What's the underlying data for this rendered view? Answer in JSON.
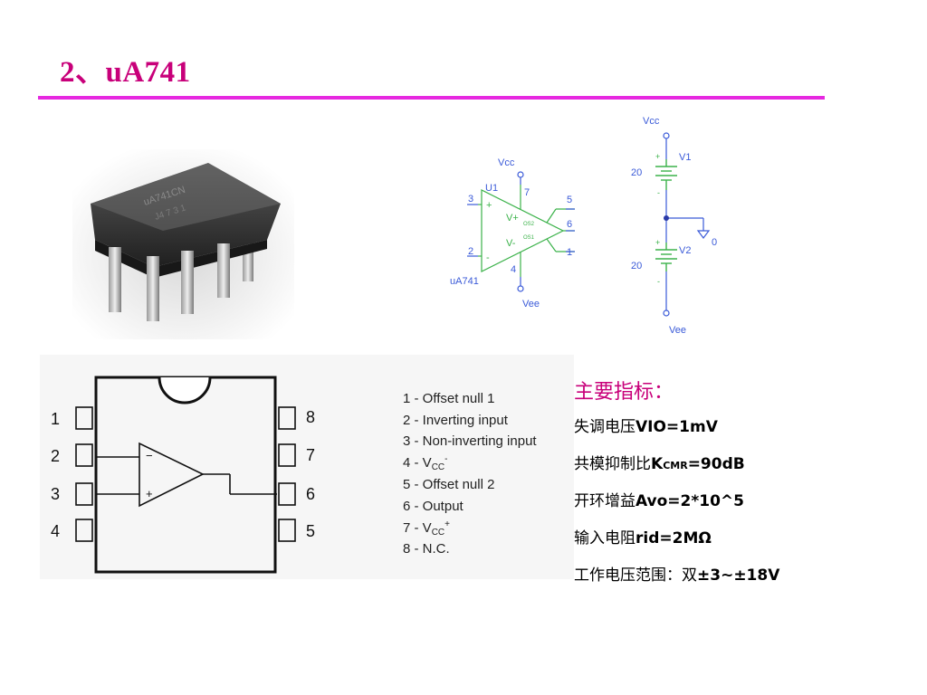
{
  "slide": {
    "title": "2、uA741",
    "accent_color": "#c8007a",
    "rule_color": "#e628e0"
  },
  "schematic": {
    "opamp": {
      "ref": "U1",
      "part": "uA741",
      "vcc": "Vcc",
      "vee": "Vee",
      "vplus": "V+",
      "vminus": "V-",
      "os2": "OS2",
      "os1": "OS1",
      "plus": "+",
      "minus": "-",
      "pin3": "3",
      "pin2": "2",
      "pin7": "7",
      "pin4": "4",
      "pin5": "5",
      "pin6": "6",
      "pin1": "1"
    },
    "supply": {
      "vcc": "Vcc",
      "vee": "Vee",
      "v1_name": "V1",
      "v1_value": "20",
      "v2_name": "V2",
      "v2_value": "20",
      "ground": "0",
      "plus": "+",
      "minus": "-"
    }
  },
  "pinout": {
    "left_pins": [
      "1",
      "2",
      "3",
      "4"
    ],
    "right_pins": [
      "8",
      "7",
      "6",
      "5"
    ],
    "minus": "−",
    "plus": "+",
    "legend": [
      {
        "text": "1 - Offset null 1"
      },
      {
        "text": "2 - Inverting input"
      },
      {
        "text": "3 - Non-inverting input"
      },
      {
        "text": "4 - V",
        "sub": "CC",
        "sup": "-"
      },
      {
        "text": "5 - Offset null 2"
      },
      {
        "text": "6 - Output"
      },
      {
        "text": "7 - V",
        "sub": "CC",
        "sup": "+"
      },
      {
        "text": "8 - N.C."
      }
    ]
  },
  "specs": {
    "header": "主要指标：",
    "items": [
      {
        "label": "失调电压",
        "value": "VIO=1mV"
      },
      {
        "label": "共模抑制比",
        "value": "K",
        "sub": "CMR",
        "value2": "=90dB"
      },
      {
        "label": "开环增益",
        "value": "Avo=2*10^5"
      },
      {
        "label": "输入电阻",
        "value": "rid=2MΩ"
      },
      {
        "label": "工作电压范围：双",
        "value": "±3~±18V"
      }
    ]
  }
}
